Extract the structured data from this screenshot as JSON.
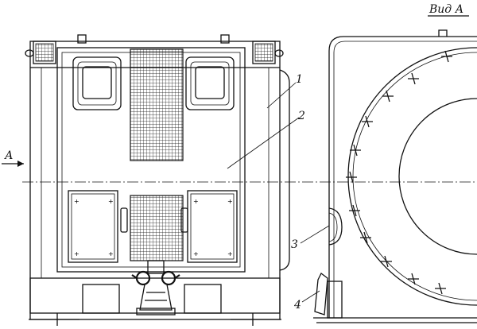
{
  "labels": {
    "view_a": "Вид А",
    "arrow_a": "А",
    "callout_1": "1",
    "callout_2": "2",
    "callout_3": "3",
    "callout_4": "4"
  },
  "colors": {
    "ink": "#111111",
    "paper": "#ffffff"
  }
}
